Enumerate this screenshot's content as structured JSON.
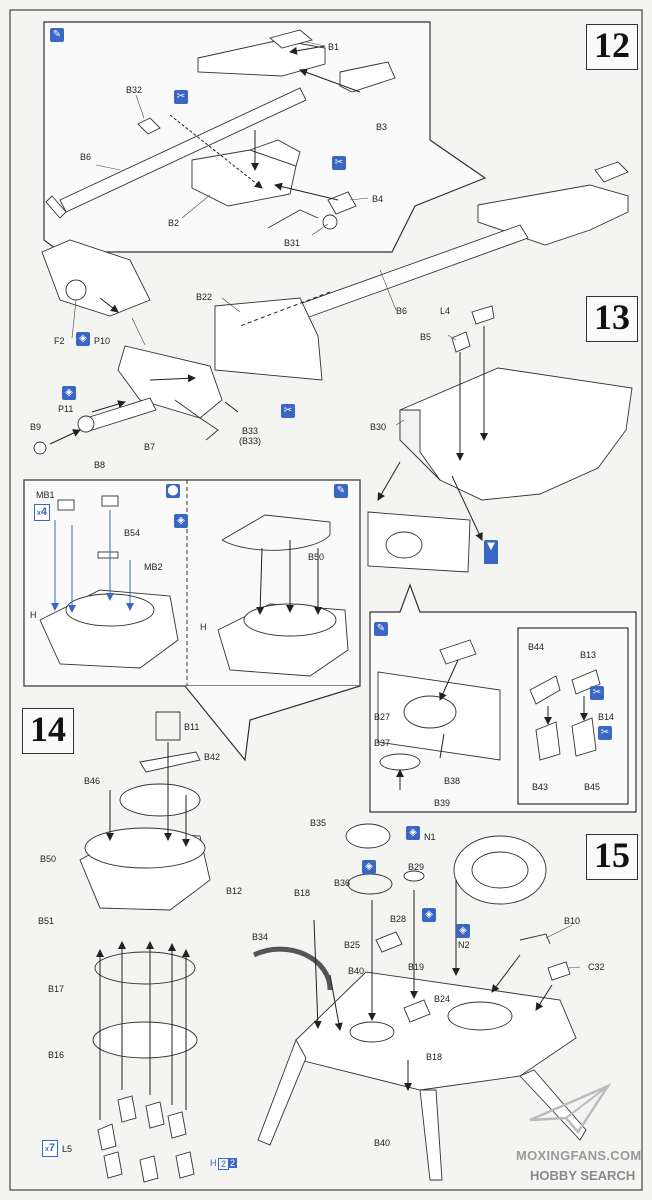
{
  "steps": {
    "s12": "12",
    "s13": "13",
    "s14": "14",
    "s15": "15"
  },
  "labels": {
    "b1": "B1",
    "b3": "B3",
    "b32": "B32",
    "b6a": "B6",
    "b2": "B2",
    "b4": "B4",
    "b31": "B31",
    "b22": "B22",
    "b6b": "B6",
    "f2": "F2",
    "p10": "P10",
    "p11": "P11",
    "b9": "B9",
    "b8": "B8",
    "b7": "B7",
    "b33": "B33",
    "b33p": "(B33)",
    "l4": "L4",
    "b5": "B5",
    "b30": "B30",
    "mb1": "MB1",
    "b54": "B54",
    "mb2": "MB2",
    "h1": "H",
    "b50a": "B50",
    "h2": "H",
    "b44": "B44",
    "b13": "B13",
    "b14": "B14",
    "b27": "B27",
    "b37": "B37",
    "b38": "B38",
    "b39": "B39",
    "b43": "B43",
    "b45": "B45",
    "b11": "B11",
    "b42": "B42",
    "b46": "B46",
    "b50b": "B50",
    "b12": "B12",
    "b51": "B51",
    "b17": "B17",
    "b16": "B16",
    "l5": "L5",
    "b35": "B35",
    "n1": "N1",
    "b29": "B29",
    "b36": "B36",
    "b18a": "B18",
    "b28": "B28",
    "n2": "N2",
    "b10": "B10",
    "b34": "B34",
    "b25": "B25",
    "b40a": "B40",
    "b19": "B19",
    "c32": "C32",
    "b24": "B24",
    "b18b": "B18",
    "b40b": "B40"
  },
  "multipliers": {
    "x4": "4",
    "x7": "7"
  },
  "part_ref": {
    "code": "H",
    "n1": "2",
    "n2": "2"
  },
  "watermark": {
    "line1": "MOXINGFANS.COM",
    "line2": "HOBBY SEARCH"
  },
  "icons": {
    "glue": "glue-brush-icon",
    "optional": "optional-parts-icon",
    "rotate": "movable-part-icon",
    "remove": "cut-remove-icon",
    "drill": "drill-hole-icon"
  },
  "colors": {
    "accent": "#3b67c4",
    "line": "#333333",
    "paper": "#f4f4f2"
  }
}
